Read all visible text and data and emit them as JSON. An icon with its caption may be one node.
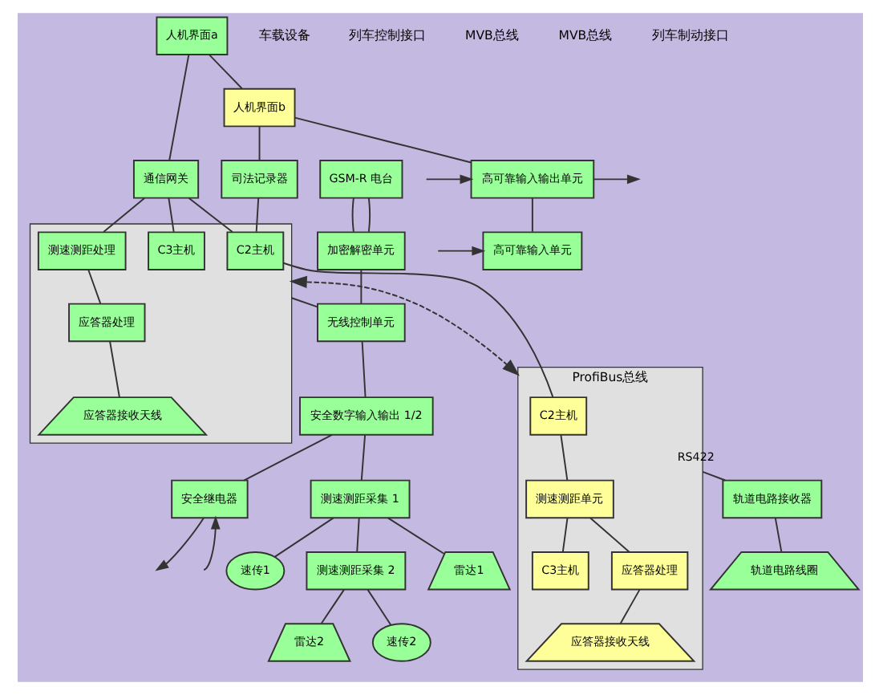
{
  "diagram": {
    "nodes": [
      {
        "text": [
          "GSM-R 电台"
        ]
      },
      {
        "text": [
          "人机界面a"
        ]
      },
      {
        "text": [
          "人机界面b"
        ]
      },
      {
        "text": [
          "高可靠输入输出单元"
        ]
      },
      {
        "text": [
          "高可靠输入单元"
        ]
      },
      {
        "text": [
          "通信网关"
        ]
      },
      {
        "text": [
          "司法记录器"
        ]
      },
      {
        "text": [],
        "shape": "box"
      },
      {
        "text": [
          "C3主机"
        ],
        "in": 7
      },
      {
        "text": [
          "测速测距处理"
        ],
        "in": 7
      },
      {
        "text": [
          "C2主机"
        ],
        "in": 7
      },
      {
        "text": [
          "应答器处理"
        ],
        "in": 7
      },
      {
        "text": [
          "应答器接收天线"
        ],
        "in": 7
      },
      {
        "text": [
          "ProfiBus总线"
        ]
      },
      {
        "text": [
          "C2主机"
        ],
        "in": 13
      },
      {
        "text": [
          "测速测距单元"
        ],
        "in": 13
      },
      {
        "text": [
          "C3主机"
        ],
        "in": 13
      },
      {
        "text": [
          "应答器处理"
        ],
        "in": 13
      },
      {
        "text": [
          "应答器接收天线"
        ],
        "in": 13
      },
      {
        "text": [
          "加密解密单元"
        ]
      },
      {
        "text": [
          "无线控制单元"
        ]
      },
      {
        "text": [
          "安全数字输入输出 1/2"
        ]
      },
      {
        "text": [
          "安全继电器"
        ]
      },
      {
        "text": [
          "测速测距采集 1"
        ]
      },
      {
        "text": [
          "雷达1"
        ]
      },
      {
        "text": [
          "速传1"
        ]
      },
      {
        "text": [
          "测速测距采集 2"
        ]
      },
      {
        "text": [
          "雷达2"
        ]
      },
      {
        "text": [
          "速传2"
        ]
      },
      {
        "text": [
          "轨道电路接收器"
        ]
      },
      {
        "text": [
          "轨道电路线圈"
        ]
      }
    ],
    "edges": [
      {
        "from": 0,
        "to": 19,
        "arrow": "none"
      },
      {
        "from": 0,
        "to": 19,
        "arrow": "none"
      },
      {
        "from": 19,
        "to": 20,
        "arrow": "none"
      },
      {
        "from": 1,
        "to": 2,
        "arrow": "none"
      },
      {
        "from": 2,
        "to": 3,
        "arrow": "none"
      },
      {
        "from": 3,
        "to": 4,
        "arrow": "none"
      },
      {
        "from": 1,
        "to": 5,
        "arrow": "none"
      },
      {
        "from": 2,
        "to": 6,
        "arrow": "none"
      },
      {
        "from": 5,
        "to": 8,
        "arrow": "none"
      },
      {
        "from": 5,
        "to": 9,
        "arrow": "none"
      },
      {
        "from": 5,
        "to": 10,
        "arrow": "none"
      },
      {
        "from": 6,
        "to": 10,
        "arrow": "none"
      },
      {
        "from": 7,
        "to": 13,
        "arrow": "both",
        "style": "dashed"
      },
      {
        "from": 9,
        "to": 11,
        "arrow": "none"
      },
      {
        "from": 11,
        "to": 12,
        "arrow": "none"
      },
      {
        "from": 10,
        "to": 14,
        "arrow": "none"
      },
      {
        "from": 14,
        "to": 15,
        "arrow": "none"
      },
      {
        "from": 15,
        "to": 16,
        "arrow": "none"
      },
      {
        "from": 15,
        "to": 17,
        "arrow": "none"
      },
      {
        "from": 17,
        "to": 18,
        "arrow": "none"
      },
      {
        "from": null,
        "to": 3,
        "arrow": "to"
      },
      {
        "from": 3,
        "to": null,
        "arrow": "to"
      },
      {
        "from": null,
        "to": 4,
        "arrow": "to"
      },
      {
        "from": 7,
        "to": 20,
        "arrow": "none"
      },
      {
        "from": 20,
        "to": 21,
        "arrow": "none"
      },
      {
        "from": 21,
        "to": 23,
        "arrow": "none"
      },
      {
        "from": 23,
        "to": 26,
        "arrow": "none"
      },
      {
        "from": 21,
        "to": 22,
        "arrow": "none"
      },
      {
        "from": 22,
        "to": null,
        "arrow": "to"
      },
      {
        "from": null,
        "to": 22,
        "arrow": "to"
      },
      {
        "from": 23,
        "to": 24,
        "arrow": "none"
      },
      {
        "from": 23,
        "to": 25,
        "arrow": "none"
      },
      {
        "from": 26,
        "to": 27,
        "arrow": "none"
      },
      {
        "from": 26,
        "to": 28,
        "arrow": "none"
      },
      {
        "from": 13,
        "to": 29,
        "label": "RS422",
        "arrow": "none"
      },
      {
        "from": 29,
        "to": 30,
        "arrow": "none"
      }
    ],
    "labels": [
      "车载设备",
      "列车控制接口",
      "MVB总线",
      "MVB总线",
      "列车制动接口"
    ]
  }
}
